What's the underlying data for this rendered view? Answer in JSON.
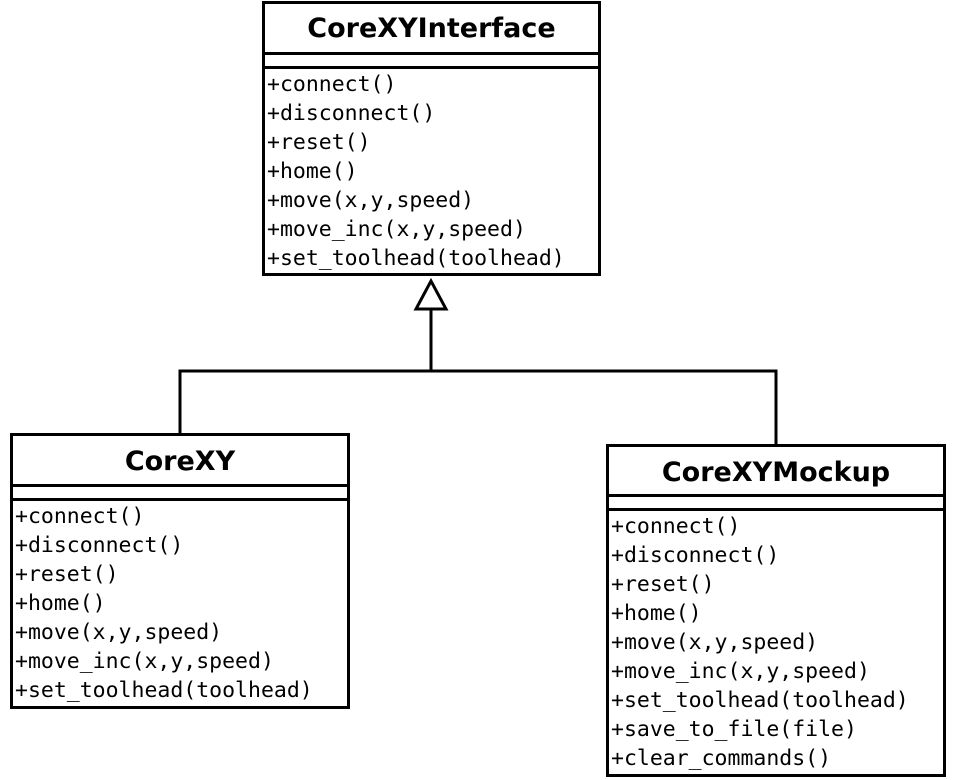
{
  "classes": {
    "interface": {
      "name": "CoreXYInterface",
      "methods": [
        "+connect()",
        "+disconnect()",
        "+reset()",
        "+home()",
        "+move(x,y,speed)",
        "+move_inc(x,y,speed)",
        "+set_toolhead(toolhead)"
      ]
    },
    "corexy": {
      "name": "CoreXY",
      "methods": [
        "+connect()",
        "+disconnect()",
        "+reset()",
        "+home()",
        "+move(x,y,speed)",
        "+move_inc(x,y,speed)",
        "+set_toolhead(toolhead)"
      ]
    },
    "mockup": {
      "name": "CoreXYMockup",
      "methods": [
        "+connect()",
        "+disconnect()",
        "+reset()",
        "+home()",
        "+move(x,y,speed)",
        "+move_inc(x,y,speed)",
        "+set_toolhead(toolhead)",
        "+save_to_file(file)",
        "+clear_commands()"
      ]
    }
  },
  "relationships": [
    {
      "type": "generalization",
      "from": "CoreXY",
      "to": "CoreXYInterface"
    },
    {
      "type": "generalization",
      "from": "CoreXYMockup",
      "to": "CoreXYInterface"
    }
  ]
}
